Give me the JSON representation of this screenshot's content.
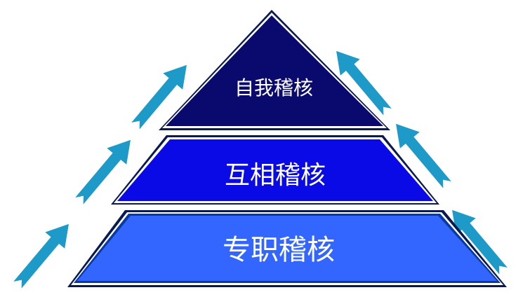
{
  "levels": [
    {
      "label": "自我稽核",
      "color": "#0a0a6e"
    },
    {
      "label": "互相稽核",
      "color": "#0a0ae6"
    },
    {
      "label": "专职稽核",
      "color": "#3366ff"
    }
  ],
  "arrow_color": "#1e9ac8",
  "outline_color": "#0a1a50"
}
